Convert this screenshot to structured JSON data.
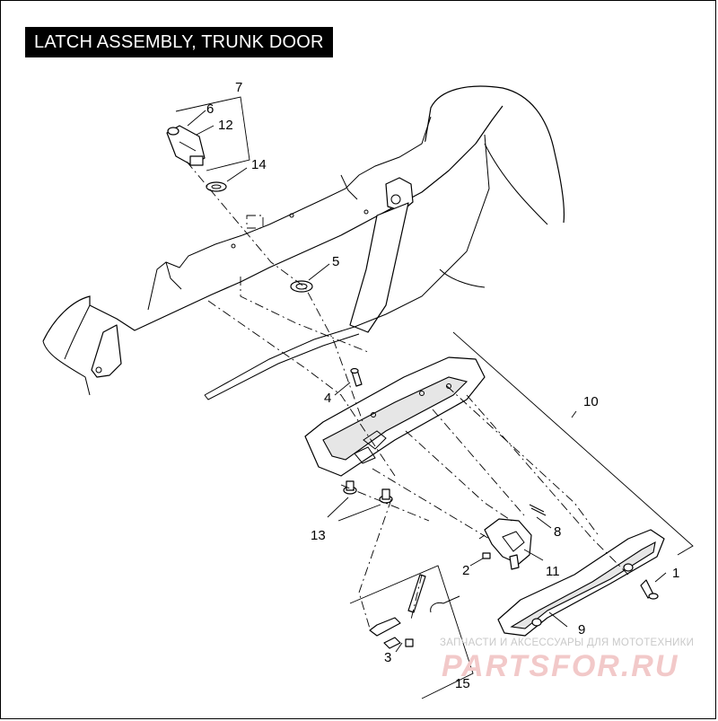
{
  "diagram": {
    "title": "LATCH ASSEMBLY, TRUNK DOOR",
    "callouts": {
      "c1": "1",
      "c2": "2",
      "c3": "3",
      "c4": "4",
      "c5": "5",
      "c6": "6",
      "c7": "7",
      "c8": "8",
      "c9": "9",
      "c10": "10",
      "c11": "11",
      "c12": "12",
      "c13": "13",
      "c14": "14",
      "c15": "15"
    }
  },
  "watermark": {
    "caption": "ЗАПЧАСТИ И АКСЕССУАРЫ ДЛЯ МОТОТЕХНИКИ",
    "logo": "PARTSFOR.RU"
  }
}
